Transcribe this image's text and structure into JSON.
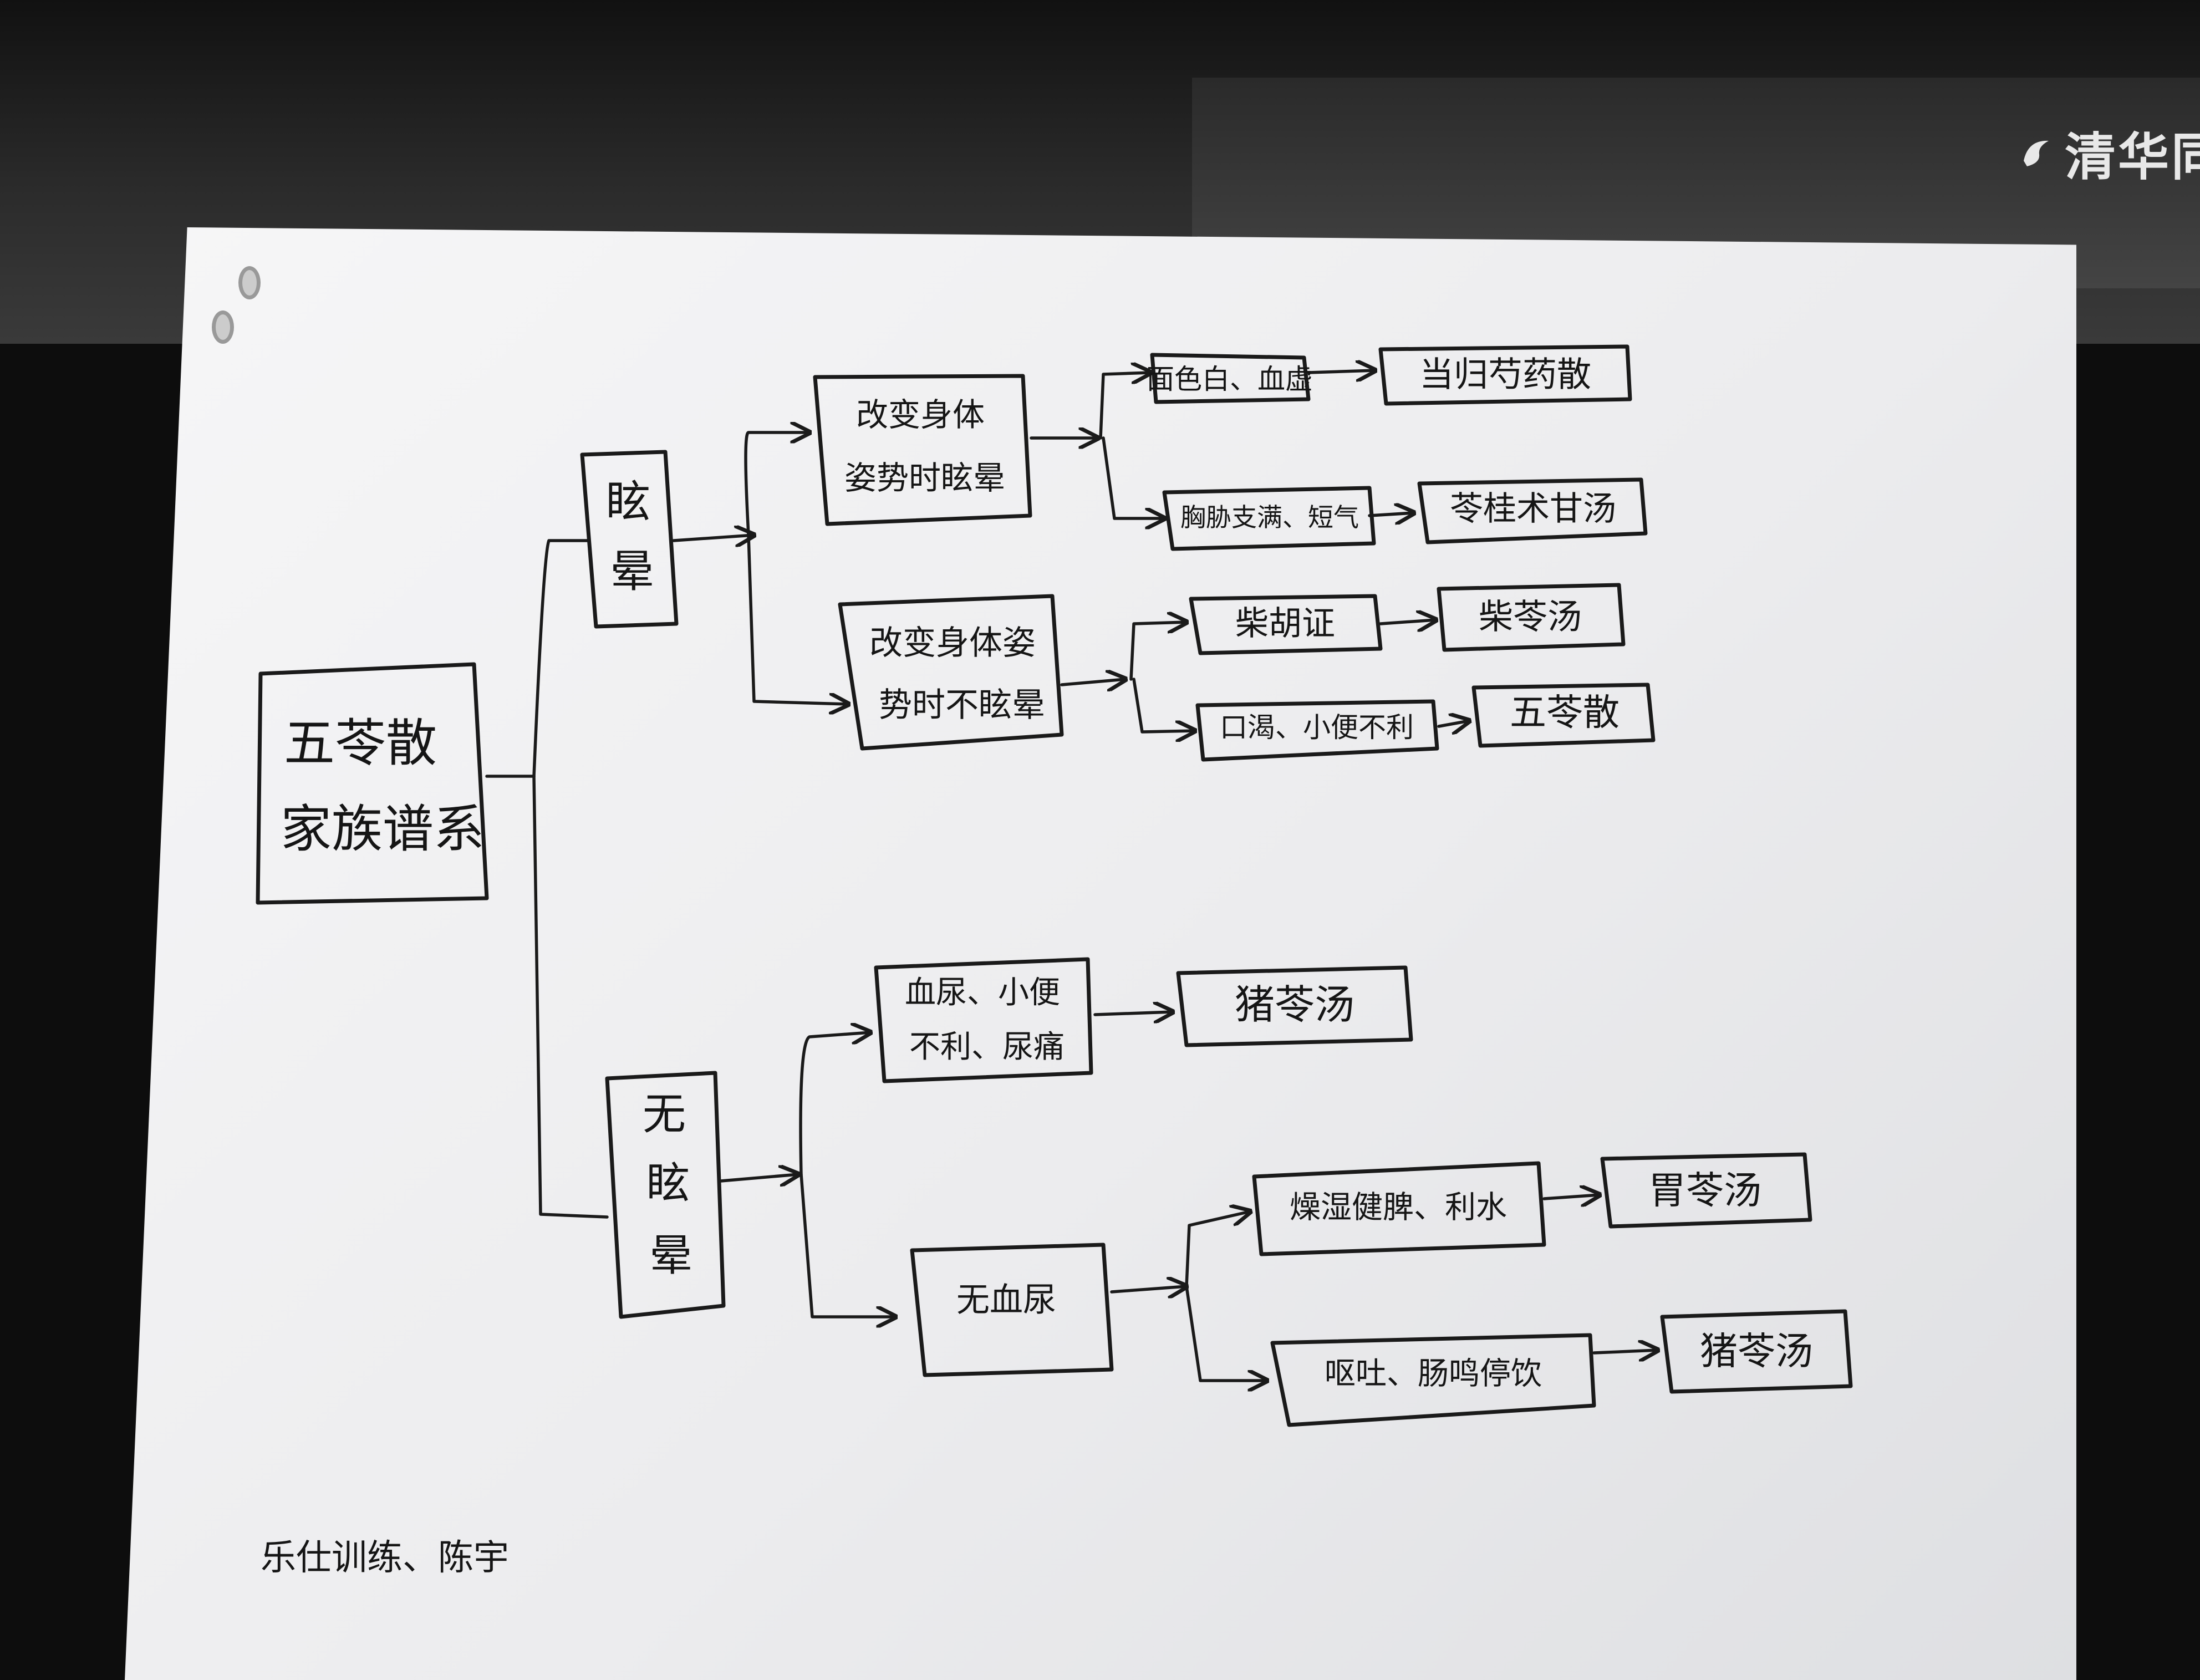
{
  "brand": {
    "text": "清华同",
    "icon": "brand-swirl-icon"
  },
  "diagram": {
    "root": "五苓散\n家族谱系",
    "branches": {
      "vertigo": "眩\n晕",
      "posture_vertigo": "改变身体\n姿势时眩晕",
      "pale_blood_deficiency": "面色白、血虚",
      "danggui_shaoyao_san": "当归芍药散",
      "chest_rib_fullness": "胸胁支满、短气",
      "ling_gui_zhu_gan_tang": "苓桂术甘汤",
      "posture_no_vertigo": "改变身体姿\n势时不眩晕",
      "chaihu_syndrome": "柴胡证",
      "chai_ling_tang": "柴苓汤",
      "thirst_urination": "口渴、小便不利",
      "wu_ling_san": "五苓散",
      "no_vertigo": "无\n眩\n晕",
      "hematuria": "血尿、小便\n不利、尿痛",
      "zhu_ling_tang_1": "猪苓汤",
      "no_hematuria": "无血尿",
      "dampness_spleen": "燥湿健脾、利水",
      "wei_ling_tang": "胃苓汤",
      "vomiting_stomach": "呕吐、肠鸣停饮",
      "zhu_ling_tang_2": "猪苓汤"
    }
  },
  "signature": {
    "text": "乐仕训练、陈宇"
  }
}
